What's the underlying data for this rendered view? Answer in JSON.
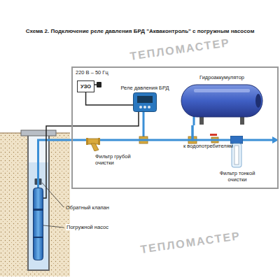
{
  "diagram": {
    "title": "Схема 2. Подключение реле давления БРД \"Акваконтроль\" с погружным насосом",
    "nodes": [
      {
        "text": [
          "220 В – 50 Гц"
        ]
      },
      {
        "text": [
          "УЗО"
        ],
        "in": 0
      },
      {
        "text": [
          "Реле давления БРД"
        ],
        "in": 0
      },
      {
        "text": [
          "Гидроаккумулятор"
        ],
        "in": 0
      },
      {
        "text": [
          "Фильтр грубой очистки"
        ],
        "in": 0
      },
      {
        "text": [
          "Фильтр тонкой очистки"
        ],
        "in": 0
      },
      {
        "text": [
          "Погружной насос"
        ]
      }
    ],
    "edges": [
      {
        "from": 6,
        "to": 4,
        "arrow": "none"
      },
      {
        "from": 4,
        "to": 3,
        "arrow": "none"
      },
      {
        "from": 3,
        "to": 5,
        "arrow": "none"
      },
      {
        "from": 1,
        "to": 2,
        "arrow": "none"
      },
      {
        "from": 2,
        "to": 6,
        "arrow": "none"
      }
    ],
    "labels": [
      "к водопотребителям",
      "Обратный клапан",
      "ТЕПЛОМАСТЕР",
      "ТЕПЛОМАСТЕР"
    ]
  }
}
